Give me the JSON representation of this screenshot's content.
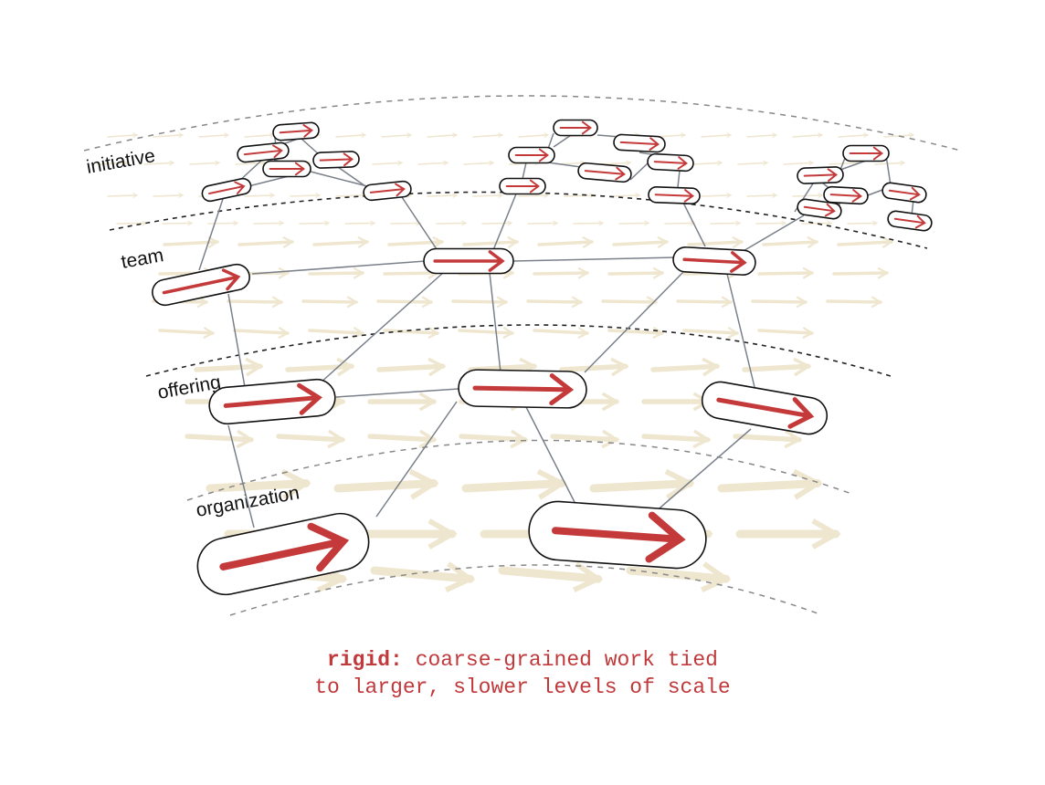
{
  "levels": [
    {
      "key": "initiative",
      "label": "initiative"
    },
    {
      "key": "team",
      "label": "team"
    },
    {
      "key": "offering",
      "label": "offering"
    },
    {
      "key": "organization",
      "label": "organization"
    }
  ],
  "caption": {
    "term": "rigid:",
    "line1": "coarse-grained work tied",
    "line2": "to larger, slower levels of scale"
  },
  "colors": {
    "accent": "#c43a3a",
    "background_arrows": "#efe6cf",
    "links": "#7a808a",
    "level_boundary": "#222222",
    "outer_boundary": "#888888"
  }
}
